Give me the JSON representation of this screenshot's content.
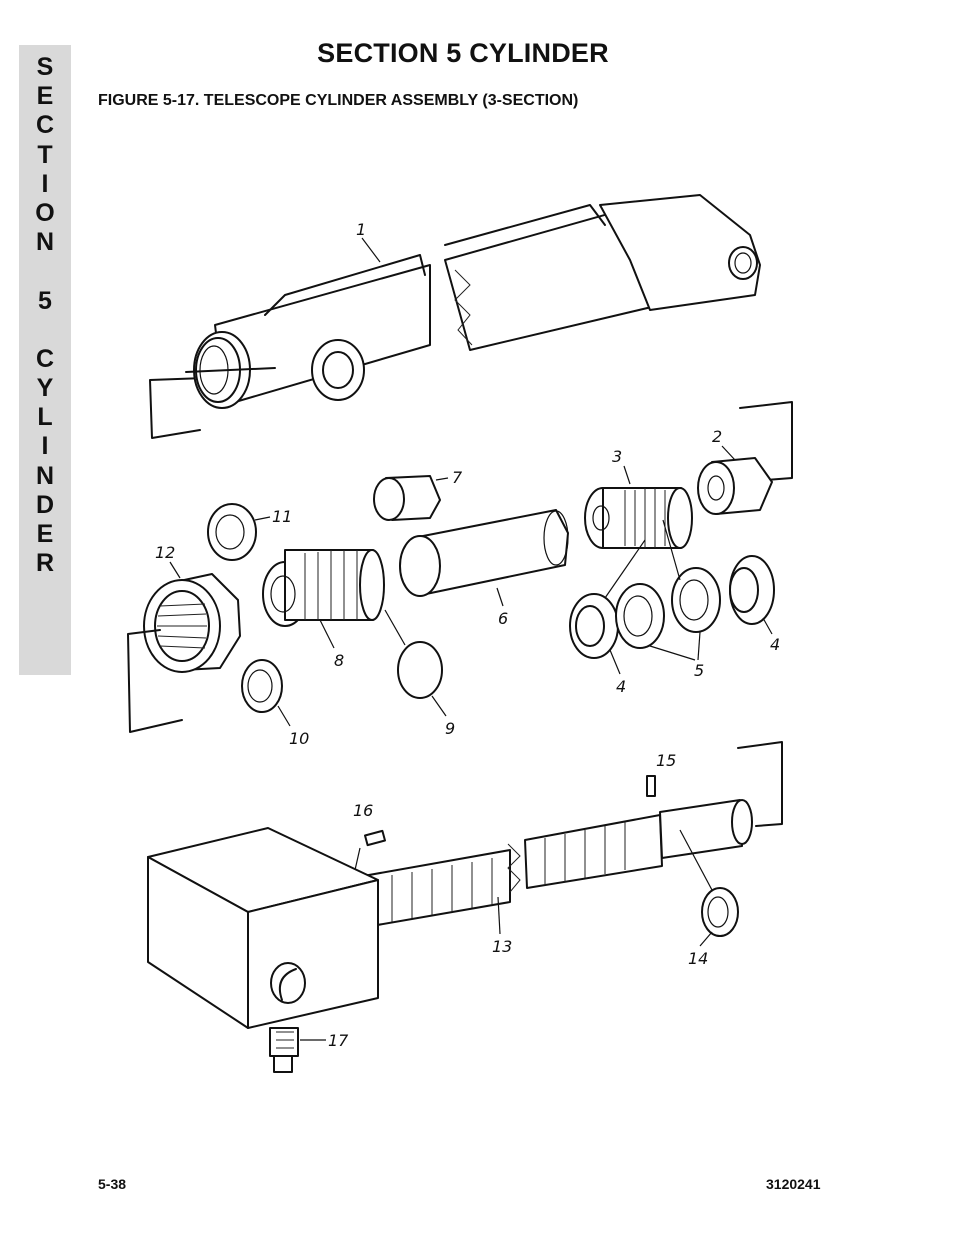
{
  "side_tab": {
    "letters": [
      "S",
      "E",
      "C",
      "T",
      "I",
      "O",
      "N",
      "",
      "5",
      "",
      "C",
      "Y",
      "L",
      "I",
      "N",
      "D",
      "E",
      "R"
    ]
  },
  "header": {
    "title": "SECTION 5  CYLINDER",
    "figure_title": "FIGURE 5-17.  TELESCOPE CYLINDER ASSEMBLY (3-SECTION)"
  },
  "callouts": [
    "1",
    "2",
    "3",
    "4",
    "4",
    "5",
    "6",
    "7",
    "8",
    "9",
    "10",
    "11",
    "12",
    "13",
    "14",
    "15",
    "16",
    "17"
  ],
  "footer": {
    "page_number": "5-38",
    "doc_number": "3120241"
  }
}
